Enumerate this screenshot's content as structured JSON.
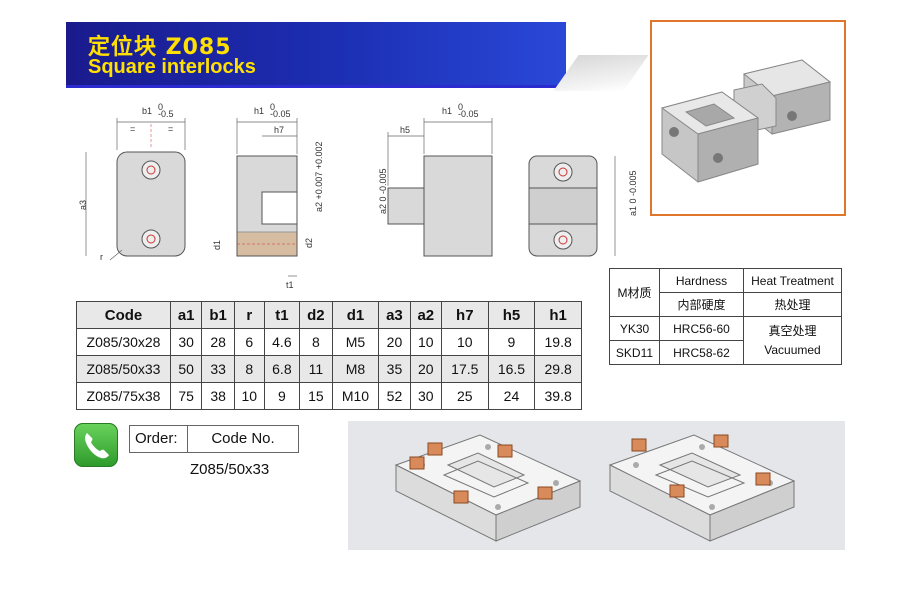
{
  "header": {
    "title_cn": "定位块  Z085",
    "title_en": "Square interlocks"
  },
  "drawing_labels": {
    "b1": "b1",
    "b1_tol_upper": "0",
    "b1_tol_lower": "-0.5",
    "h1": "h1",
    "h1_tol_upper": "0",
    "h1_tol_lower": "-0.05",
    "h7": "h7",
    "h5": "h5",
    "a3": "a3",
    "r": "r",
    "d1": "d1",
    "d2": "d2",
    "t1": "t1",
    "a2_female": "a2 +0.007 +0.002",
    "a2_male": "a2 0 -0.005",
    "a1": "a1 0 -0.005",
    "eq": "="
  },
  "spec_table": {
    "headers": [
      "Code",
      "a1",
      "b1",
      "r",
      "t1",
      "d2",
      "d1",
      "a3",
      "a2",
      "h7",
      "h5",
      "h1"
    ],
    "rows": [
      [
        "Z085/30x28",
        "30",
        "28",
        "6",
        "4.6",
        "8",
        "M5",
        "20",
        "10",
        "10",
        "9",
        "19.8"
      ],
      [
        "Z085/50x33",
        "50",
        "33",
        "8",
        "6.8",
        "11",
        "M8",
        "35",
        "20",
        "17.5",
        "16.5",
        "29.8"
      ],
      [
        "Z085/75x38",
        "75",
        "38",
        "10",
        "9",
        "15",
        "M10",
        "52",
        "30",
        "25",
        "24",
        "39.8"
      ]
    ]
  },
  "material_table": {
    "material_header": "M材质",
    "hardness_en": "Hardness",
    "hardness_cn": "内部硬度",
    "treatment_en": "Heat Treatment",
    "treatment_cn": "热处理",
    "rows": [
      {
        "material": "YK30",
        "hardness": "HRC56-60"
      },
      {
        "material": "SKD11",
        "hardness": "HRC58-62"
      }
    ],
    "treatment_value_cn": "真空处理",
    "treatment_value_en": "Vacuumed"
  },
  "order": {
    "label": "Order:",
    "code_label": "Code No.",
    "code_value": "Z085/50x33"
  },
  "colors": {
    "banner": "#1c2fb4",
    "title_text": "#ffe000",
    "photo_border": "#e0762b",
    "part_copper": "#d88a5a"
  }
}
